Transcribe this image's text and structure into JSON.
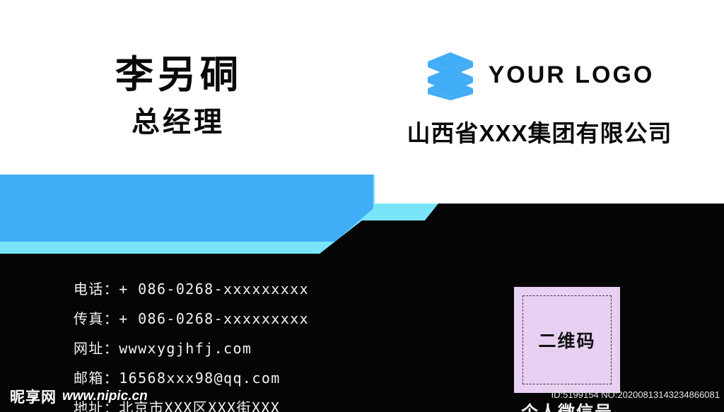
{
  "person": {
    "name": "李另硐",
    "title": "总经理"
  },
  "brand": {
    "logo_word": "YOUR LOGO",
    "company_name": "山西省XXX集团有限公司",
    "logo_icon": "stacked-layers-icon",
    "accent_blue": "#42ADF7",
    "accent_cyan": "#79E5FB",
    "dark_bg": "#050505",
    "qr_bg": "#E8D0F2"
  },
  "contact": {
    "lines": [
      "电话：+ 086-0268-xxxxxxxxx",
      "传真：+ 086-0268-xxxxxxxxx",
      "网址：wwwxygjhfj.com",
      "邮箱：16568xxx98@qq.com",
      "地址：北京市XXX区XXX街XXX"
    ]
  },
  "qr": {
    "label": "二维码",
    "caption": "个人微信号"
  },
  "footer": {
    "stock_id": "ID:5199154 NO:20200813143234866081"
  },
  "watermark": {
    "logo_text": "昵享网",
    "url": "www.nipic.cn"
  }
}
